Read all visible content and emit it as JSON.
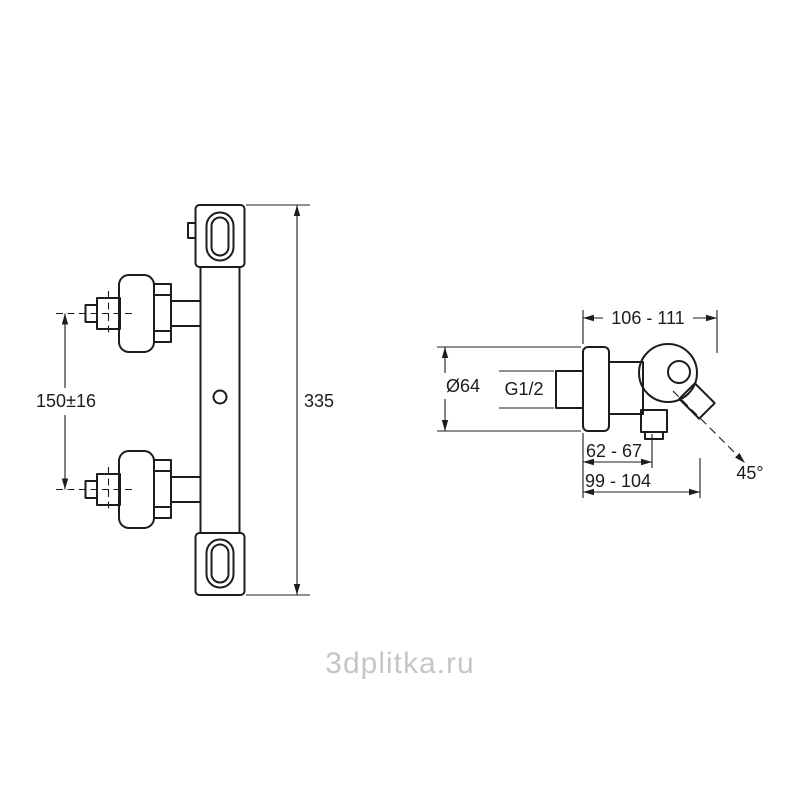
{
  "canvas": {
    "background": "#ffffff",
    "line_color": "#1c1c1c",
    "text_color": "#1c1c1c"
  },
  "front_view": {
    "dim_handle_spacing": "150±16",
    "dim_total_height": "335"
  },
  "side_view": {
    "dim_wall_to_front": "106 - 111",
    "dim_escutcheon_diameter": "Ø64",
    "dim_thread": "G1/2",
    "dim_wall_to_outlet": "62 - 67",
    "dim_wall_to_spout": "99 - 104",
    "dim_outlet_angle": "45°"
  },
  "watermark": {
    "text": "3dplitka.ru",
    "color": "#bdbdbd"
  }
}
